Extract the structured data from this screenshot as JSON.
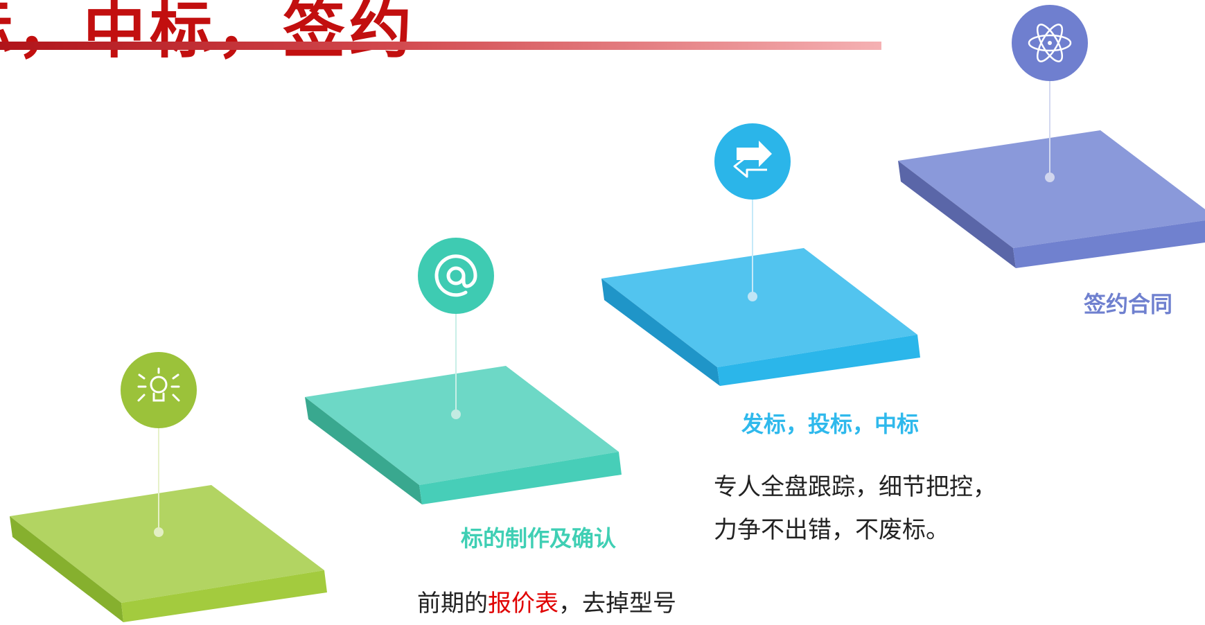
{
  "title": "标，中标，签约",
  "steps": [
    {
      "label": "",
      "icon": "lightbulb-icon",
      "color": "#9cc63c"
    },
    {
      "label": "标的制作及确认",
      "icon": "at-sign-icon",
      "color": "#3fcfb4"
    },
    {
      "label": "发标，投标，中标",
      "icon": "swap-arrows-icon",
      "color": "#2fb9ec"
    },
    {
      "label": "签约合同",
      "icon": "atom-icon",
      "color": "#6f80cf"
    }
  ],
  "descriptions": {
    "step2": {
      "prefix": "前期的",
      "highlight": "报价表",
      "suffix": "，去掉型号"
    },
    "step3": {
      "line1": "专人全盘跟踪，细节把控，",
      "line2": "力争不出错，不废标。"
    }
  }
}
